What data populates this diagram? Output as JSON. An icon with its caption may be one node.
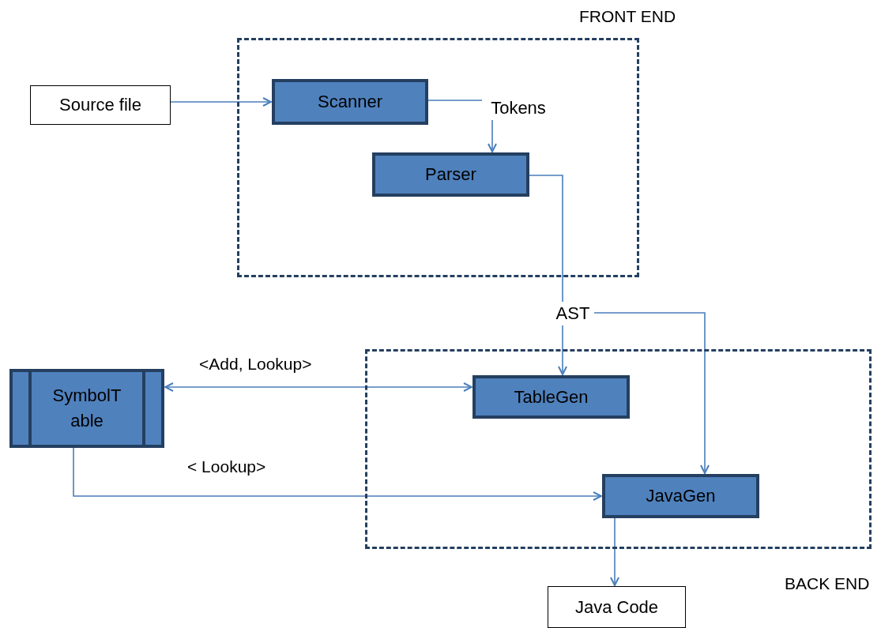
{
  "diagram": {
    "nodes": [
      {
        "text": [
          "FRONT END"
        ]
      },
      {
        "text": [
          "Source file"
        ]
      },
      {
        "text": [
          "Scanner"
        ],
        "in": 0
      },
      {
        "text": [
          "Tokens"
        ],
        "in": 0
      },
      {
        "text": [
          "Parser"
        ],
        "in": 0
      },
      {
        "text": [
          "AST"
        ]
      },
      {
        "text": [
          "BACK END"
        ]
      },
      {
        "text": [
          "SymbolT able"
        ]
      },
      {
        "text": [
          "TableGen"
        ],
        "in": 6
      },
      {
        "text": [
          "JavaGen"
        ],
        "in": 6
      },
      {
        "text": [
          "Java Code"
        ]
      }
    ],
    "edges": [
      {
        "from": 1,
        "to": 2,
        "arrow": "to"
      },
      {
        "from": 2,
        "to": 3,
        "arrow": "none"
      },
      {
        "from": 3,
        "to": 4,
        "arrow": "to"
      },
      {
        "from": 4,
        "to": 5,
        "arrow": "none"
      },
      {
        "from": 5,
        "to": 8,
        "arrow": "to"
      },
      {
        "from": 5,
        "to": 9,
        "arrow": "to"
      },
      {
        "from": 7,
        "to": 8,
        "arrow": "both",
        "label": "<Add, Lookup>"
      },
      {
        "from": 7,
        "to": 9,
        "arrow": "to",
        "label": "< Lookup>"
      },
      {
        "from": 9,
        "to": 10,
        "arrow": "to"
      }
    ]
  }
}
